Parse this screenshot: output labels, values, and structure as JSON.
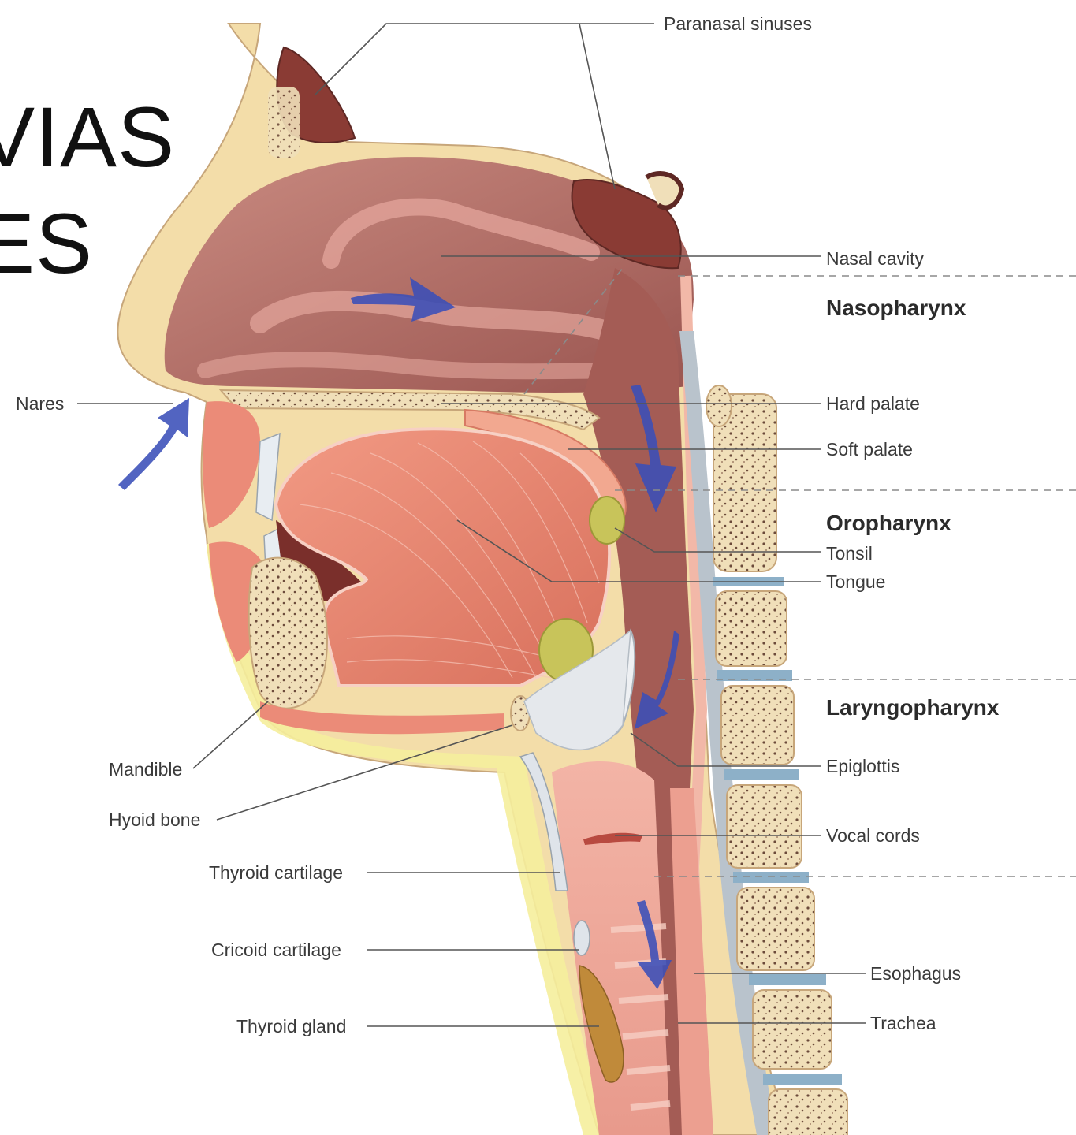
{
  "title": {
    "line1": "VIAS",
    "line2": "ES"
  },
  "colors": {
    "skin": "#f3dda9",
    "fat": "#f5ee9c",
    "bone": "#f0dfb9",
    "cavity": "#b06a62",
    "mucosa": "#f2b8a8",
    "muscle": "#e67e6a",
    "airflow_arrow": "#3a4fb8",
    "disc": "#8db0c8",
    "tonsil": "#c8c45a"
  },
  "labels": {
    "paranasal_sinuses": "Paranasal sinuses",
    "nasal_cavity": "Nasal cavity",
    "nasopharynx": "Nasopharynx",
    "nares": "Nares",
    "hard_palate": "Hard palate",
    "soft_palate": "Soft palate",
    "oropharynx": "Oropharynx",
    "tonsil": "Tonsil",
    "tongue": "Tongue",
    "laryngopharynx": "Laryngopharynx",
    "epiglottis": "Epiglottis",
    "mandible": "Mandible",
    "hyoid_bone": "Hyoid bone",
    "vocal_cords": "Vocal cords",
    "thyroid_cartilage": "Thyroid cartilage",
    "cricoid_cartilage": "Cricoid cartilage",
    "esophagus": "Esophagus",
    "thyroid_gland": "Thyroid gland",
    "trachea": "Trachea"
  }
}
